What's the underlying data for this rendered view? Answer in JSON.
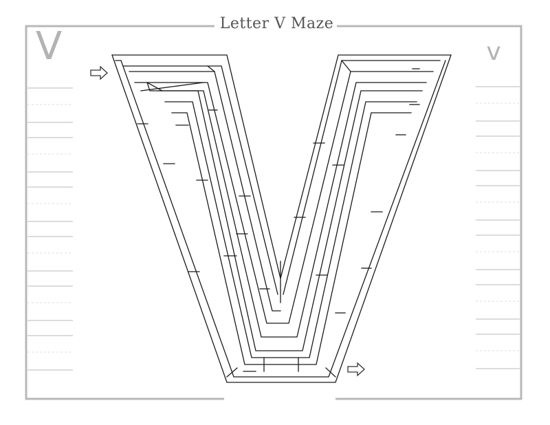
{
  "title": "Letter V Maze",
  "letters": {
    "uppercase": "V",
    "lowercase": "v"
  },
  "icons": {
    "start": "arrow-right-outline-icon",
    "finish": "arrow-right-outline-icon"
  },
  "colors": {
    "frame": "#b8b8b8",
    "maze_lines": "#1a1a1a",
    "guide_solid": "#c8c8c8",
    "guide_dashed": "#dddddd",
    "letters": "#b3b3b3"
  }
}
